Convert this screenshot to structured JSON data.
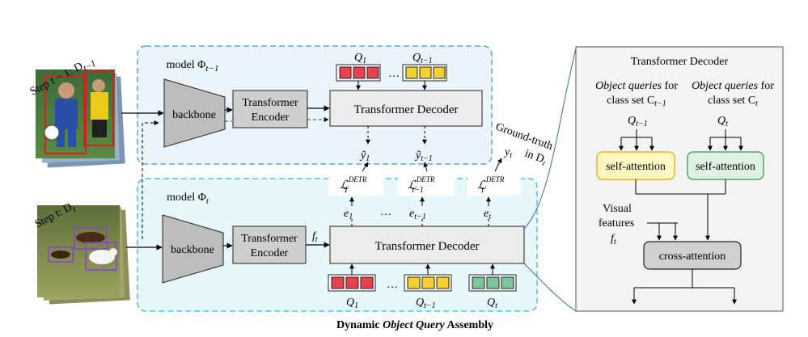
{
  "caption": {
    "part1": "Dynamic ",
    "part2": "Object Query",
    "part3": " Assembly"
  },
  "previous_step": {
    "step_label_prefix": "Step t − 1: D",
    "step_label_sub": "t−1",
    "model_label_prefix": "model Φ",
    "model_label_sub": "t−1",
    "backbone": "backbone",
    "encoder_line1": "Transformer",
    "encoder_line2": "Encoder",
    "decoder": "Transformer Decoder",
    "query_q1": "Q",
    "query_q1_sub": "1",
    "query_qt1": "Q",
    "query_qt1_sub": "t−1",
    "output_y1": "ỹ",
    "output_y1_sub": "1",
    "output_yt1": "ỹ",
    "output_yt1_sub": "t−1",
    "ellipsis": "…"
  },
  "current_step": {
    "step_label_prefix": "Step t: D",
    "step_label_sub": "t",
    "model_label_prefix": "model Φ",
    "model_label_sub": "t",
    "backbone": "backbone",
    "encoder_line1": "Transformer",
    "encoder_line2": "Encoder",
    "feature": "f",
    "feature_sub": "t",
    "decoder": "Transformer Decoder",
    "query_q1": "Q",
    "query_q1_sub": "1",
    "query_qt1": "Q",
    "query_qt1_sub": "t−1",
    "query_qt": "Q",
    "query_qt_sub": "t",
    "embed_e1": "e",
    "embed_e1_sub": "1",
    "embed_et1": "e",
    "embed_et1_sub": "t−1",
    "embed_et": "e",
    "embed_et_sub": "t",
    "ellipsis": "…"
  },
  "losses": {
    "loss_symbol": "ℒ",
    "loss_sup": "DETR",
    "loss1_sub": "1",
    "loss2_sub": "t−1",
    "loss3_sub": "t"
  },
  "ground_truth": {
    "line1": "Ground-truth",
    "line2_prefix": "in D",
    "line2_sub": "t",
    "label": "y",
    "label_sub": "t"
  },
  "decoder_panel": {
    "title": "Transformer Decoder",
    "left_italic": "Object queries",
    "left_suffix": " for",
    "left_line2_prefix": "class set C",
    "left_line2_sub": "t−1",
    "right_italic": "Object queries",
    "right_suffix": " for",
    "right_line2_prefix": "class set C",
    "right_line2_sub": "t",
    "query_left": "Q",
    "query_left_sub": "t−1",
    "query_right": "Q",
    "query_right_sub": "t",
    "self_attn_left": "self-attention",
    "self_attn_right": "self-attention",
    "visual_line1": "Visual",
    "visual_line2": "features",
    "visual_line3": "f",
    "visual_line3_sub": "t",
    "cross_attn": "cross-attention"
  },
  "colors": {
    "model_box_fill": "#ebf4fb",
    "model_box_stroke": "#5aa6d6",
    "model_box_fill2": "#e8f7fa",
    "model_box_stroke2": "#49c3d8",
    "block_fill": "#cfcfcf",
    "decoder_fill": "#ececec",
    "query_red": "#e8414d",
    "query_yellow": "#f6d12e",
    "query_green": "#7cc69d",
    "self_attn_yellow_fill": "#fff7c4",
    "self_attn_yellow_stroke": "#f2b21f",
    "self_attn_green_fill": "#dff1e2",
    "self_attn_green_stroke": "#4ea868",
    "panel_fill": "#f4f4f4",
    "cross_attn_fill": "#d0d0d0"
  }
}
